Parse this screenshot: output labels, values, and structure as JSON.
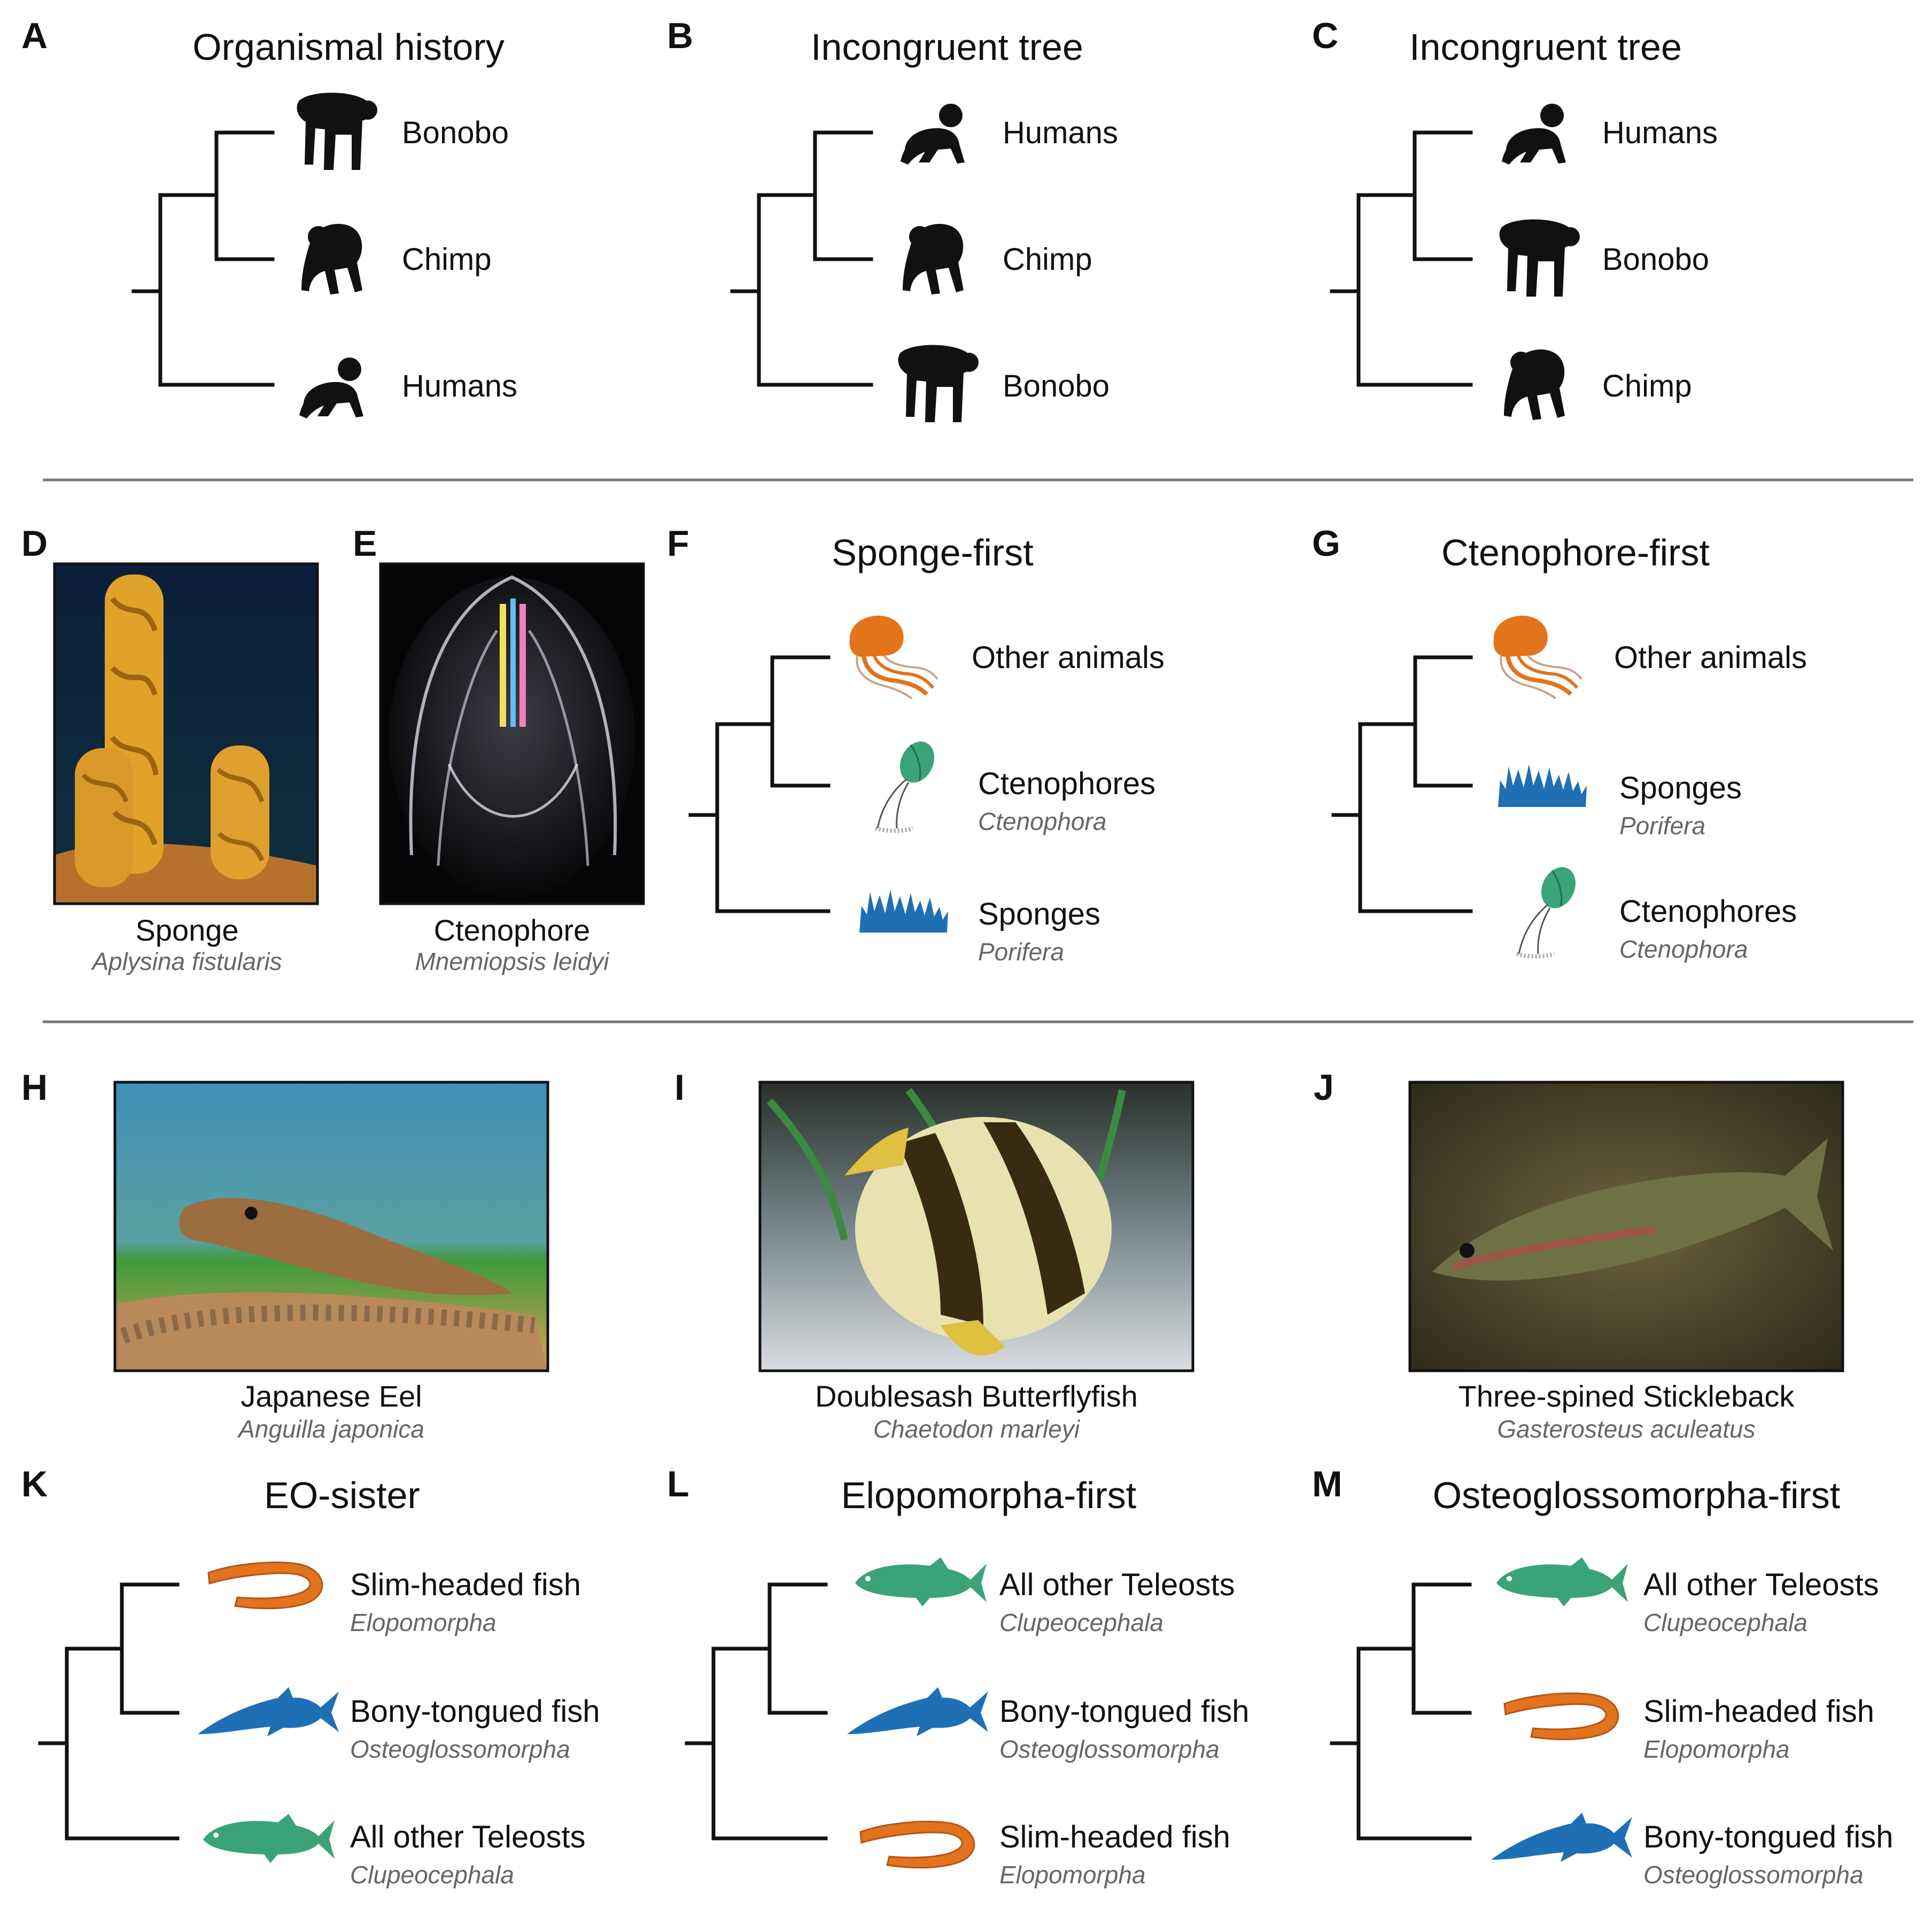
{
  "colors": {
    "orange": "#e3731c",
    "blue": "#1f6fb5",
    "green": "#3aa37a",
    "silhouette": "#111111",
    "sci_text": "#666666"
  },
  "panels": {
    "A": {
      "letter": "A",
      "title": "Organismal history",
      "leaves": [
        {
          "name": "Bonobo",
          "icon": "bonobo-icon"
        },
        {
          "name": "Chimp",
          "icon": "chimp-icon"
        },
        {
          "name": "Humans",
          "icon": "human-icon"
        }
      ]
    },
    "B": {
      "letter": "B",
      "title": "Incongruent tree",
      "leaves": [
        {
          "name": "Humans",
          "icon": "human-icon"
        },
        {
          "name": "Chimp",
          "icon": "chimp-icon"
        },
        {
          "name": "Bonobo",
          "icon": "bonobo-icon"
        }
      ]
    },
    "C": {
      "letter": "C",
      "title": "Incongruent tree",
      "leaves": [
        {
          "name": "Humans",
          "icon": "human-icon"
        },
        {
          "name": "Bonobo",
          "icon": "bonobo-icon"
        },
        {
          "name": "Chimp",
          "icon": "chimp-icon"
        }
      ]
    },
    "D": {
      "letter": "D",
      "caption": "Sponge",
      "scientific": "Aplysina fistularis",
      "photo": "sponge-photo"
    },
    "E": {
      "letter": "E",
      "caption": "Ctenophore",
      "scientific": "Mnemiopsis leidyi",
      "photo": "ctenophore-photo"
    },
    "F": {
      "letter": "F",
      "title": "Sponge-first",
      "leaves": [
        {
          "name": "Other animals",
          "icon": "jellyfish-icon"
        },
        {
          "name": "Ctenophores",
          "sci": "Ctenophora",
          "icon": "ctenophore-icon"
        },
        {
          "name": "Sponges",
          "sci": "Porifera",
          "icon": "sponge-icon"
        }
      ]
    },
    "G": {
      "letter": "G",
      "title": "Ctenophore-first",
      "leaves": [
        {
          "name": "Other animals",
          "icon": "jellyfish-icon"
        },
        {
          "name": "Sponges",
          "sci": "Porifera",
          "icon": "sponge-icon"
        },
        {
          "name": "Ctenophores",
          "sci": "Ctenophora",
          "icon": "ctenophore-icon"
        }
      ]
    },
    "H": {
      "letter": "H",
      "caption": "Japanese Eel",
      "scientific": "Anguilla japonica",
      "photo": "eel-photo"
    },
    "I": {
      "letter": "I",
      "caption": "Doublesash Butterflyfish",
      "scientific": "Chaetodon marleyi",
      "photo": "butterflyfish-photo"
    },
    "J": {
      "letter": "J",
      "caption": "Three-spined Stickleback",
      "scientific": "Gasterosteus aculeatus",
      "photo": "stickleback-photo"
    },
    "K": {
      "letter": "K",
      "title": "EO-sister",
      "leaves": [
        {
          "name": "Slim-headed fish",
          "sci": "Elopomorpha",
          "icon": "eel-icon"
        },
        {
          "name": "Bony-tongued fish",
          "sci": "Osteoglossomorpha",
          "icon": "bonytongue-icon"
        },
        {
          "name": "All other Teleosts",
          "sci": "Clupeocephala",
          "icon": "teleost-icon"
        }
      ]
    },
    "L": {
      "letter": "L",
      "title": "Elopomorpha-first",
      "leaves": [
        {
          "name": "All other Teleosts",
          "sci": "Clupeocephala",
          "icon": "teleost-icon"
        },
        {
          "name": "Bony-tongued fish",
          "sci": "Osteoglossomorpha",
          "icon": "bonytongue-icon"
        },
        {
          "name": "Slim-headed fish",
          "sci": "Elopomorpha",
          "icon": "eel-icon"
        }
      ]
    },
    "M": {
      "letter": "M",
      "title": "Osteoglossomorpha-first",
      "leaves": [
        {
          "name": "All other Teleosts",
          "sci": "Clupeocephala",
          "icon": "teleost-icon"
        },
        {
          "name": "Slim-headed fish",
          "sci": "Elopomorpha",
          "icon": "eel-icon"
        },
        {
          "name": "Bony-tongued fish",
          "sci": "Osteoglossomorpha",
          "icon": "bonytongue-icon"
        }
      ]
    }
  }
}
